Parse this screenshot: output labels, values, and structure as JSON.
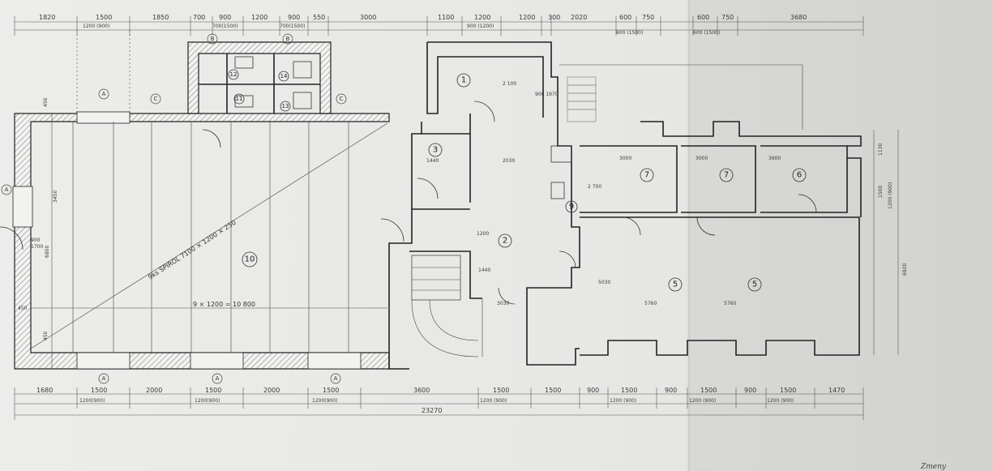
{
  "top_dims_row1": [
    "1820",
    "1500",
    "1850",
    "700",
    "900",
    "1200",
    "900",
    "550",
    "3000",
    "1100",
    "1200",
    "1200",
    "300",
    "2020",
    "600",
    "750",
    "600",
    "750",
    "3680"
  ],
  "top_dims_row2": [
    "1200 (900)",
    "700(1500)",
    "700(1500)",
    "900 (1200)",
    "600 (1500)",
    "600 (1500)"
  ],
  "bottom_dims_row1": [
    "1680",
    "1500",
    "2000",
    "1500",
    "2000",
    "1500",
    "3600",
    "1500",
    "1500",
    "900",
    "1500",
    "900",
    "1500",
    "900",
    "1500",
    "1470"
  ],
  "bottom_dims_row2": [
    "1200(900)",
    "1200(900)",
    "1200(900)",
    "1200 (900)",
    "1200 (900)",
    "1200 (900)",
    "1200 (900)"
  ],
  "bottom_total": "23270",
  "right_dims": [
    "1130",
    "1500",
    "1200 (900)",
    "6920"
  ],
  "left_dims": [
    "450",
    "3450",
    "6800",
    "450",
    "450",
    "900",
    "1700"
  ],
  "axis_labels": [
    "A",
    "B",
    "C"
  ],
  "rooms": [
    "1",
    "2",
    "3",
    "5",
    "5",
    "6",
    "7",
    "7",
    "9",
    "10",
    "11",
    "12",
    "13",
    "14"
  ],
  "room_dims": [
    "2 100",
    "900 1970",
    "2030",
    "1440",
    "1200",
    "2 700",
    "3000",
    "3000",
    "3600",
    "5760",
    "5760",
    "3030",
    "1440",
    "5030"
  ],
  "notes": {
    "spirol": "9ks SPIROL 7100 × 1200 × 250",
    "span": "9 × 1200 = 10 800",
    "signature": "Zmeny"
  }
}
